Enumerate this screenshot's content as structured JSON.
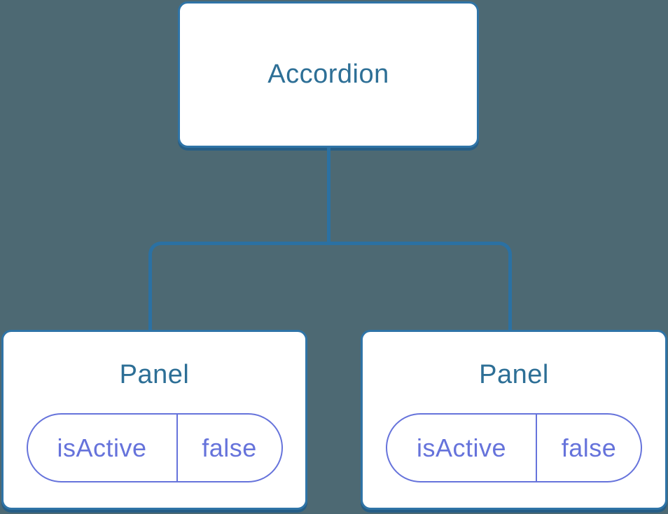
{
  "diagram": {
    "type": "component-tree",
    "root": {
      "label": "Accordion"
    },
    "children": [
      {
        "label": "Panel",
        "prop": {
          "name": "isActive",
          "value": "false"
        }
      },
      {
        "label": "Panel",
        "prop": {
          "name": "isActive",
          "value": "false"
        }
      }
    ]
  },
  "colors": {
    "background": "#4d6973",
    "node_fill": "#ffffff",
    "node_border": "#2f74a7",
    "node_shadow": "#265e86",
    "node_text": "#2d6f96",
    "connector": "#2b71a3",
    "pill_border": "#6673db",
    "pill_text": "#6673db"
  }
}
